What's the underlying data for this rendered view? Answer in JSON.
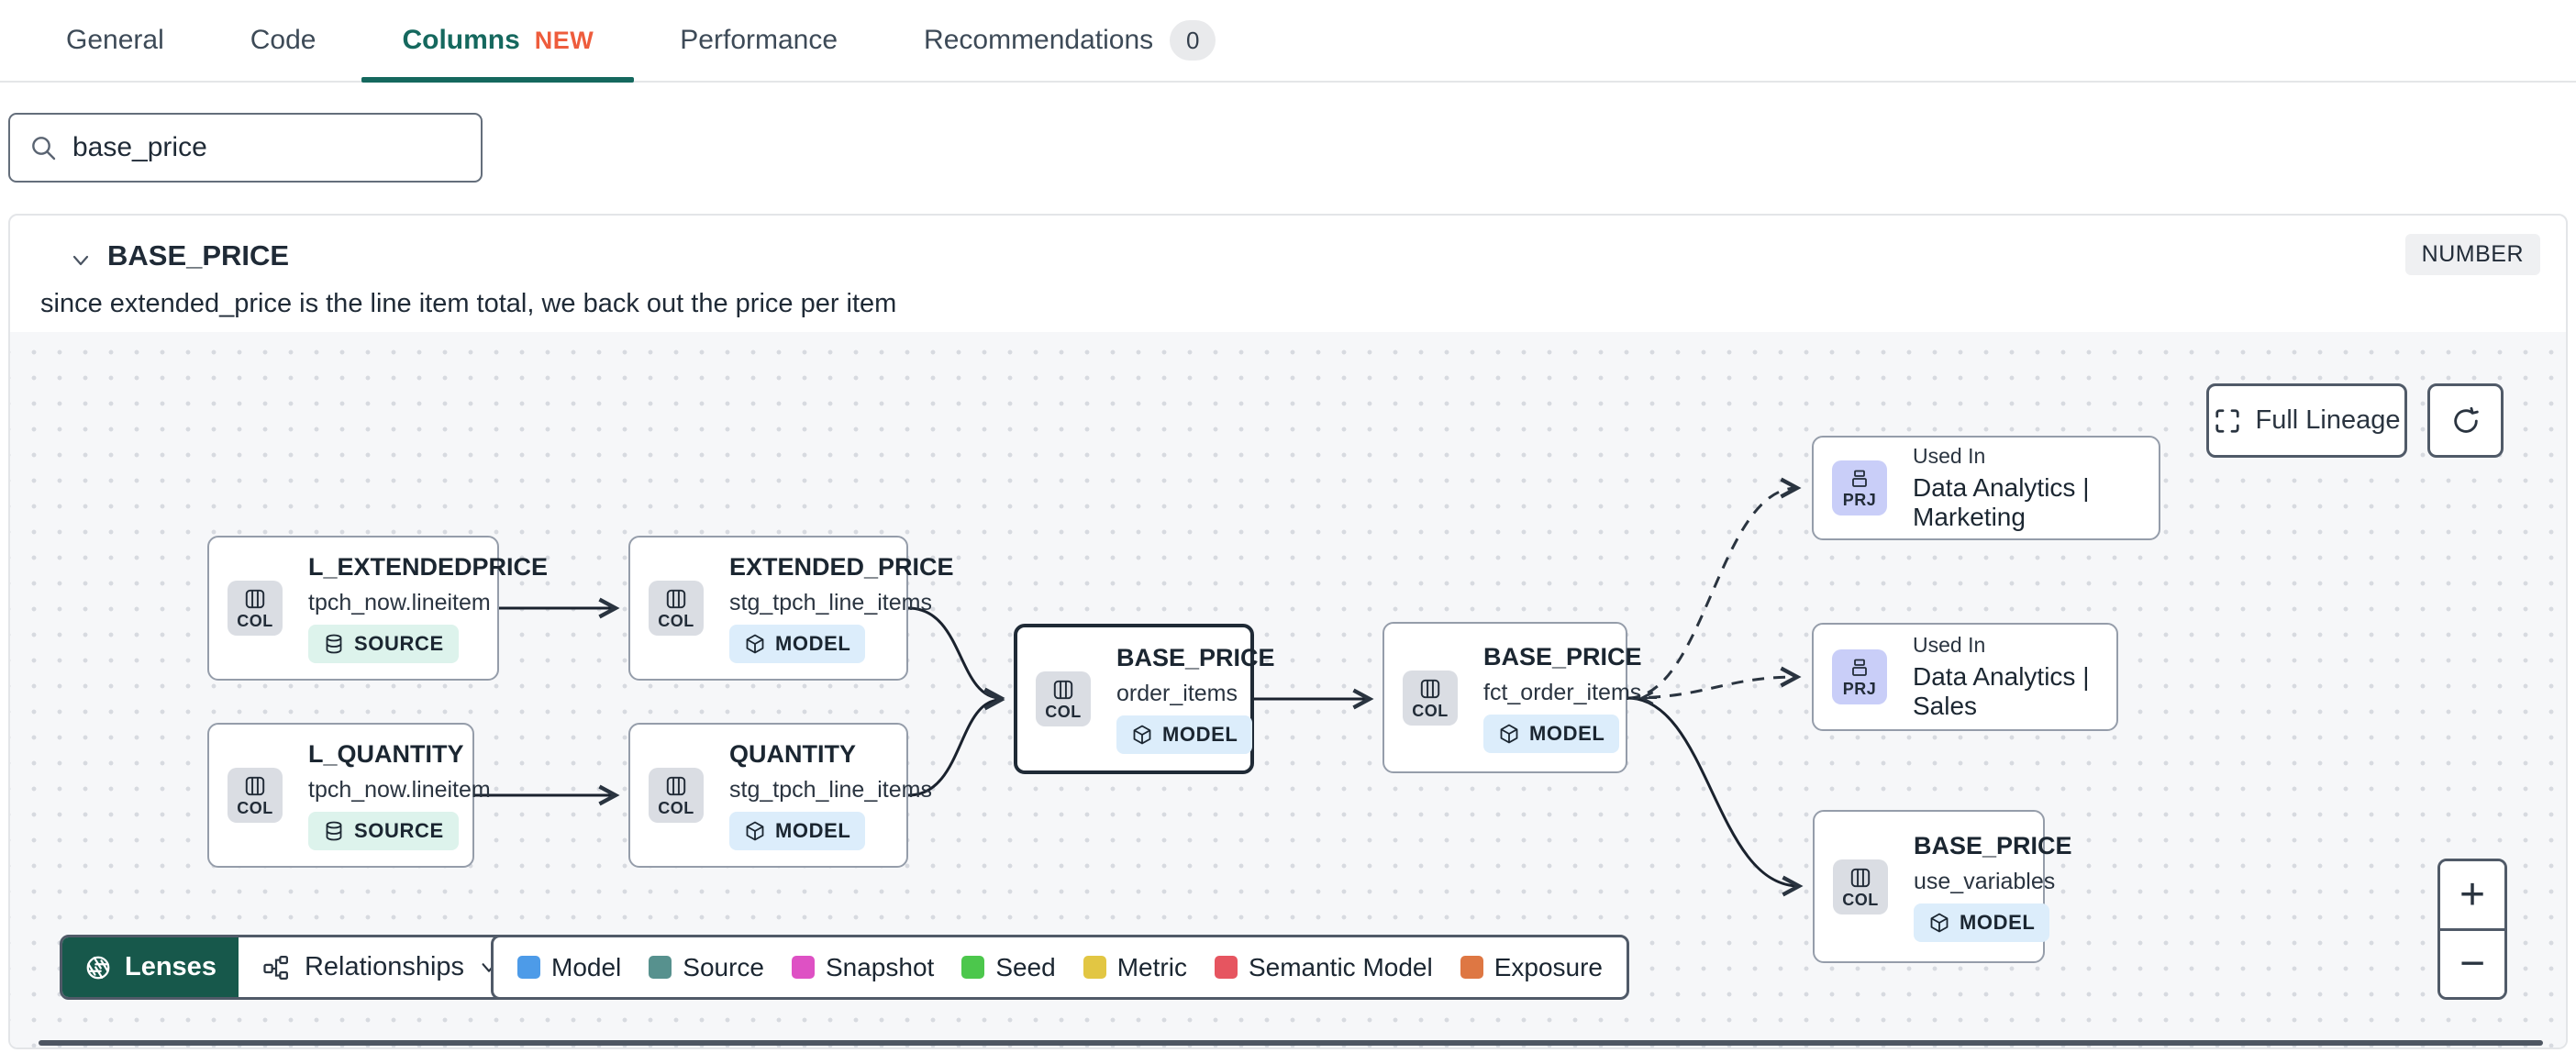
{
  "tabs": {
    "items": [
      {
        "label": "General"
      },
      {
        "label": "Code"
      },
      {
        "label": "Columns",
        "new_badge": "NEW"
      },
      {
        "label": "Performance"
      },
      {
        "label": "Recommendations",
        "count": "0"
      }
    ]
  },
  "search": {
    "value": "base_price"
  },
  "column_panel": {
    "name": "BASE_PRICE",
    "data_type": "NUMBER",
    "description": "since extended_price is the line item total, we back out the price per item"
  },
  "lineage": {
    "full_lineage_button": "Full Lineage",
    "lenses_button": "Lenses",
    "relationships_button": "Relationships",
    "zoom_in": "+",
    "zoom_out": "−",
    "nodes": [
      {
        "chip": "COL",
        "title": "L_EXTENDEDPRICE",
        "subtitle": "tpch_now.lineitem",
        "resource": "SOURCE"
      },
      {
        "chip": "COL",
        "title": "EXTENDED_PRICE",
        "subtitle": "stg_tpch_line_items",
        "resource": "MODEL"
      },
      {
        "chip": "COL",
        "title": "L_QUANTITY",
        "subtitle": "tpch_now.lineitem",
        "resource": "SOURCE"
      },
      {
        "chip": "COL",
        "title": "QUANTITY",
        "subtitle": "stg_tpch_line_items",
        "resource": "MODEL"
      },
      {
        "chip": "COL",
        "title": "BASE_PRICE",
        "subtitle": "order_items",
        "resource": "MODEL"
      },
      {
        "chip": "COL",
        "title": "BASE_PRICE",
        "subtitle": "fct_order_items",
        "resource": "MODEL"
      },
      {
        "chip": "PRJ",
        "label": "Used In",
        "title": "Data Analytics | Marketing"
      },
      {
        "chip": "PRJ",
        "label": "Used In",
        "title": "Data Analytics | Sales"
      },
      {
        "chip": "COL",
        "title": "BASE_PRICE",
        "subtitle": "use_variables",
        "resource": "MODEL"
      }
    ],
    "legend": [
      {
        "label": "Model",
        "color": "#4D9BE8"
      },
      {
        "label": "Source",
        "color": "#57918E"
      },
      {
        "label": "Snapshot",
        "color": "#DE51C4"
      },
      {
        "label": "Seed",
        "color": "#4CC74C"
      },
      {
        "label": "Metric",
        "color": "#E2C643"
      },
      {
        "label": "Semantic Model",
        "color": "#E65560"
      },
      {
        "label": "Exposure",
        "color": "#DE7743"
      }
    ]
  }
}
